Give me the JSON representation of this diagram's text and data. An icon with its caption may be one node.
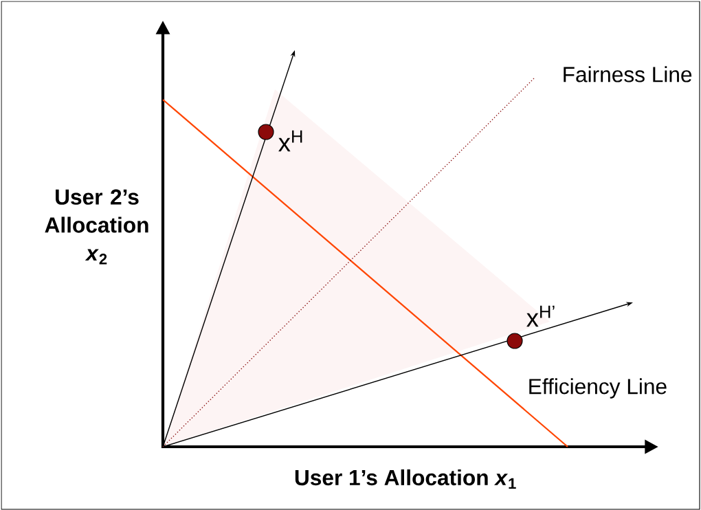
{
  "diagram": {
    "labels": [
      "Fairness Line",
      "x$^{H}$",
      "User 2’s Allocation *x*$_{2}$",
      "x$^{H’}$",
      "Efficiency Line",
      "User 1’s Allocation *x*$_{1}$"
    ]
  }
}
